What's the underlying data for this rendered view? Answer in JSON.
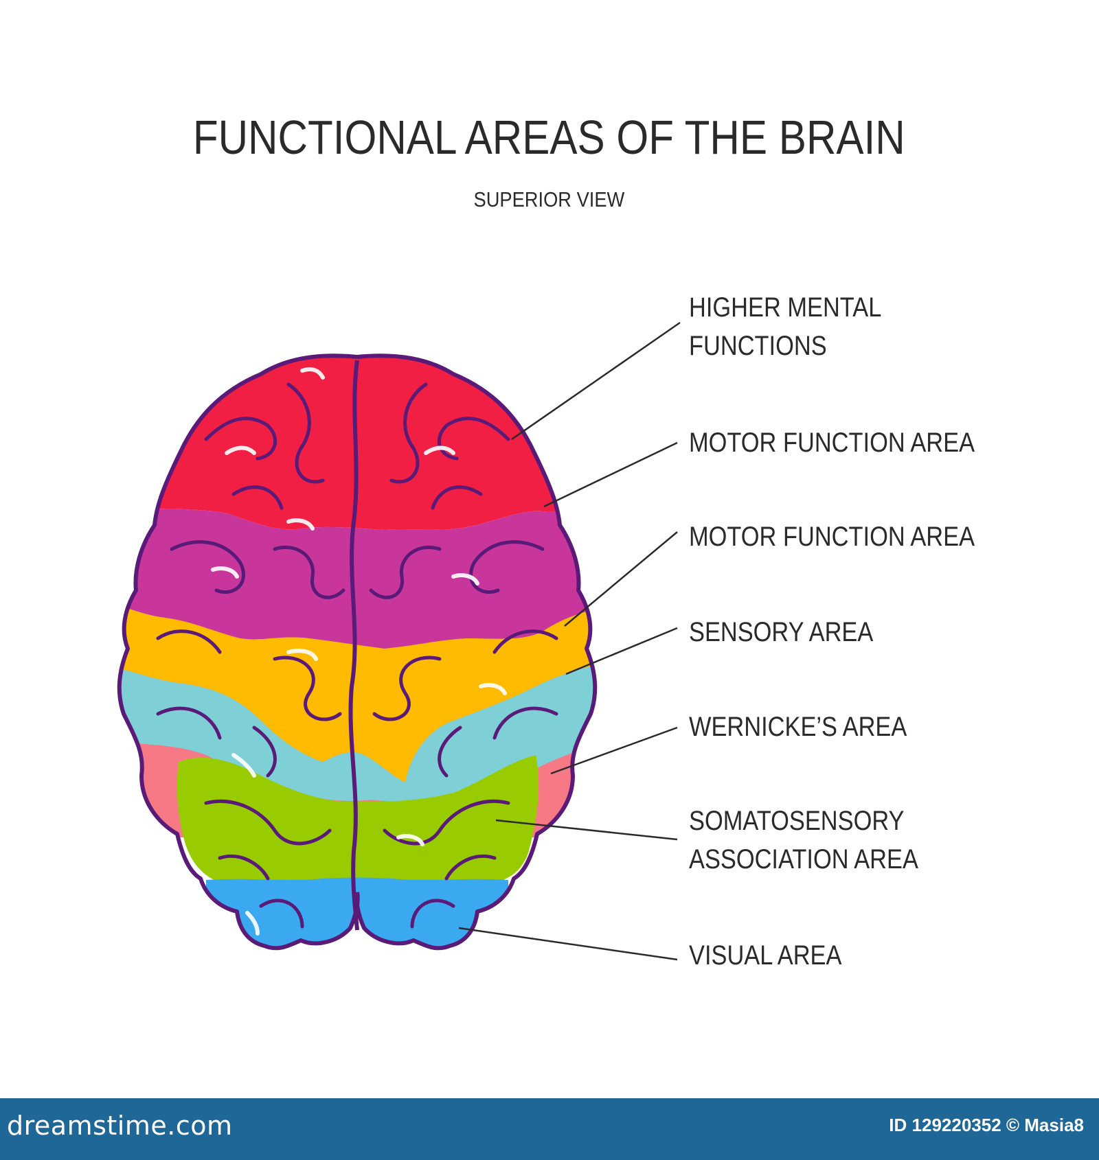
{
  "title": "FUNCTIONAL AREAS OF THE BRAIN",
  "subtitle": "SUPERIOR VIEW",
  "labels": [
    {
      "lines": [
        "HIGHER MENTAL",
        "FUNCTIONS"
      ],
      "color": "#f21f44"
    },
    {
      "lines": [
        "MOTOR FUNCTION AREA"
      ],
      "color": "#c8369c"
    },
    {
      "lines": [
        "MOTOR FUNCTION AREA"
      ],
      "color": "#ffbb00"
    },
    {
      "lines": [
        "SENSORY AREA"
      ],
      "color": "#7ed0d6"
    },
    {
      "lines": [
        "WERNICKE’S AREA"
      ],
      "color": "#f87986"
    },
    {
      "lines": [
        "SOMATOSENSORY",
        "ASSOCIATION AREA"
      ],
      "color": "#99cc00"
    },
    {
      "lines": [
        "VISUAL AREA"
      ],
      "color": "#3aa9ef"
    }
  ],
  "outline_color": "#5a1a78",
  "footer": {
    "logo": "dreamstime.com",
    "id_text": "ID 129220352 © Masia8",
    "background": "#1e6796"
  }
}
